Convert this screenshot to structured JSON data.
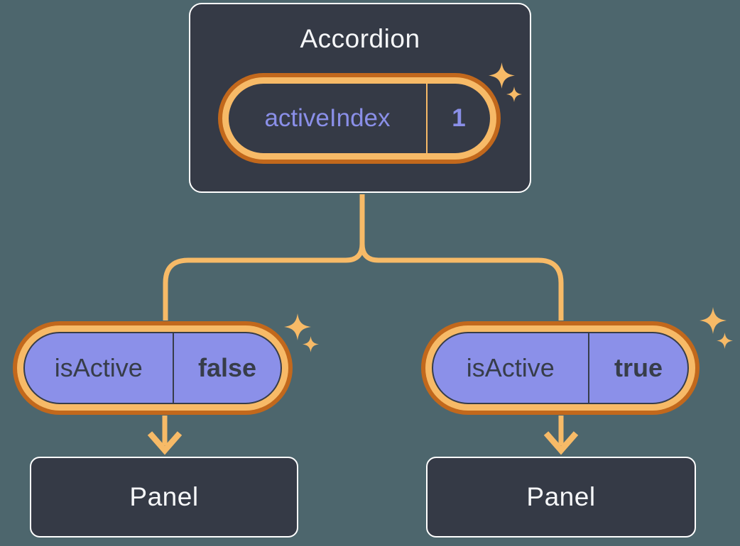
{
  "background_color": "#4D666D",
  "palette": {
    "node_fill": "#353A46",
    "node_border": "#FFFFFF",
    "text_light": "#F6F7F9",
    "accent_orange_light": "#F7BA67",
    "accent_orange_dark": "#C2681C",
    "state_purple_fill": "#8B90E9",
    "state_purple_text": "#8A8FE8",
    "text_dark": "#373D49"
  },
  "accordion": {
    "title": "Accordion",
    "state": {
      "name": "activeIndex",
      "value": "1"
    }
  },
  "children": [
    {
      "state": {
        "name": "isActive",
        "value": "false"
      },
      "panel_label": "Panel"
    },
    {
      "state": {
        "name": "isActive",
        "value": "true"
      },
      "panel_label": "Panel"
    }
  ],
  "icons": {
    "sparkle": "sparkle-icon"
  }
}
